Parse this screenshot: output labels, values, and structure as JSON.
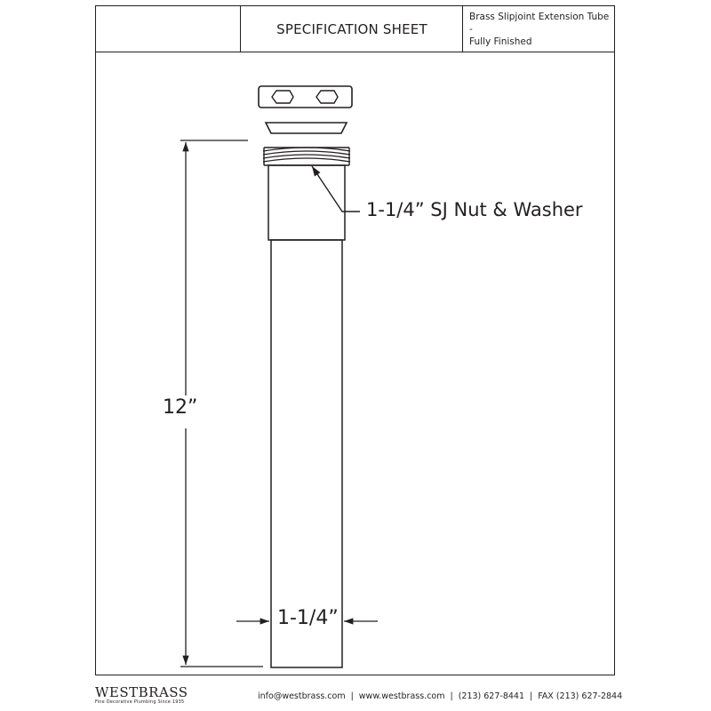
{
  "header": {
    "title": "SPECIFICATION SHEET",
    "description_line1": "Brass Slipjoint Extension Tube -",
    "description_line2": "Fully Finished"
  },
  "drawing": {
    "callout_label": "1-1/4” SJ Nut & Washer",
    "length_label": "12”",
    "diameter_label": "1-1/4”"
  },
  "footer": {
    "brand": "WESTBRASS",
    "tagline": "Fine Decorative Plumbing Since 1935",
    "email": "info@westbrass.com",
    "website": "www.westbrass.com",
    "phone": "(213) 627-8441",
    "fax": "FAX (213) 627-2844",
    "separator": "|"
  }
}
